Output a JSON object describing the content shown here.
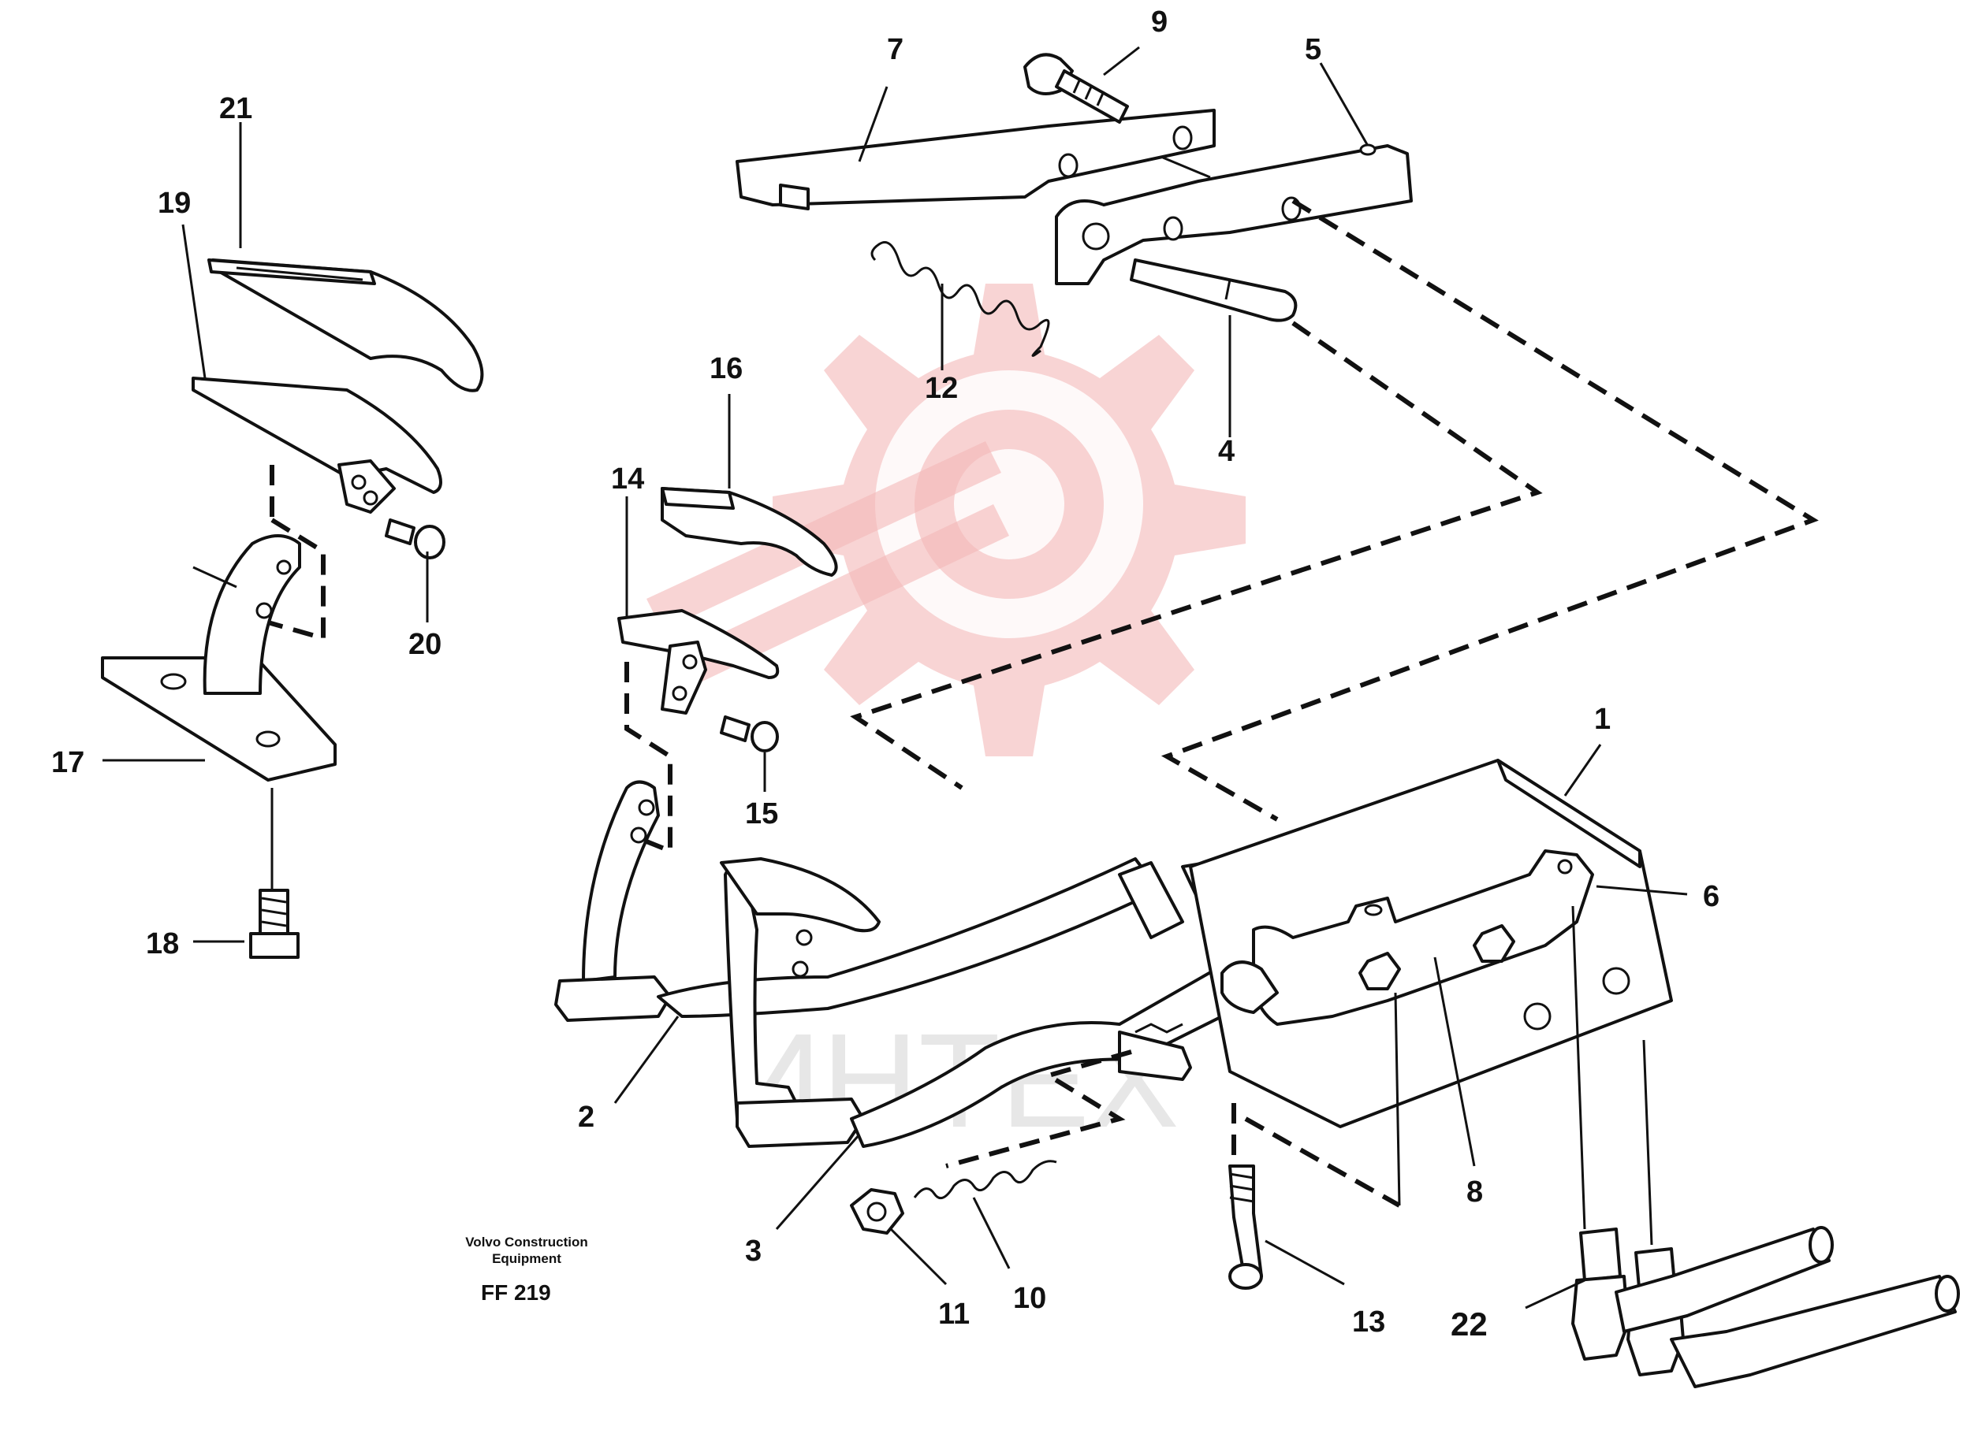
{
  "caption": {
    "line1": "Volvo Construction",
    "line2": "Equipment",
    "code": "FF 219"
  },
  "watermark": {
    "text": "ИНТЕХ",
    "color": "#f4b7b7"
  },
  "callouts": [
    {
      "id": "1",
      "label": "1"
    },
    {
      "id": "2",
      "label": "2"
    },
    {
      "id": "3",
      "label": "3"
    },
    {
      "id": "4",
      "label": "4"
    },
    {
      "id": "5",
      "label": "5"
    },
    {
      "id": "6",
      "label": "6"
    },
    {
      "id": "7",
      "label": "7"
    },
    {
      "id": "8",
      "label": "8"
    },
    {
      "id": "9",
      "label": "9"
    },
    {
      "id": "10",
      "label": "10"
    },
    {
      "id": "11",
      "label": "11"
    },
    {
      "id": "12",
      "label": "12"
    },
    {
      "id": "13",
      "label": "13"
    },
    {
      "id": "14",
      "label": "14"
    },
    {
      "id": "15",
      "label": "15"
    },
    {
      "id": "16",
      "label": "16"
    },
    {
      "id": "17",
      "label": "17"
    },
    {
      "id": "18",
      "label": "18"
    },
    {
      "id": "19",
      "label": "19"
    },
    {
      "id": "20",
      "label": "20"
    },
    {
      "id": "21",
      "label": "21"
    },
    {
      "id": "22",
      "label": "22"
    }
  ]
}
